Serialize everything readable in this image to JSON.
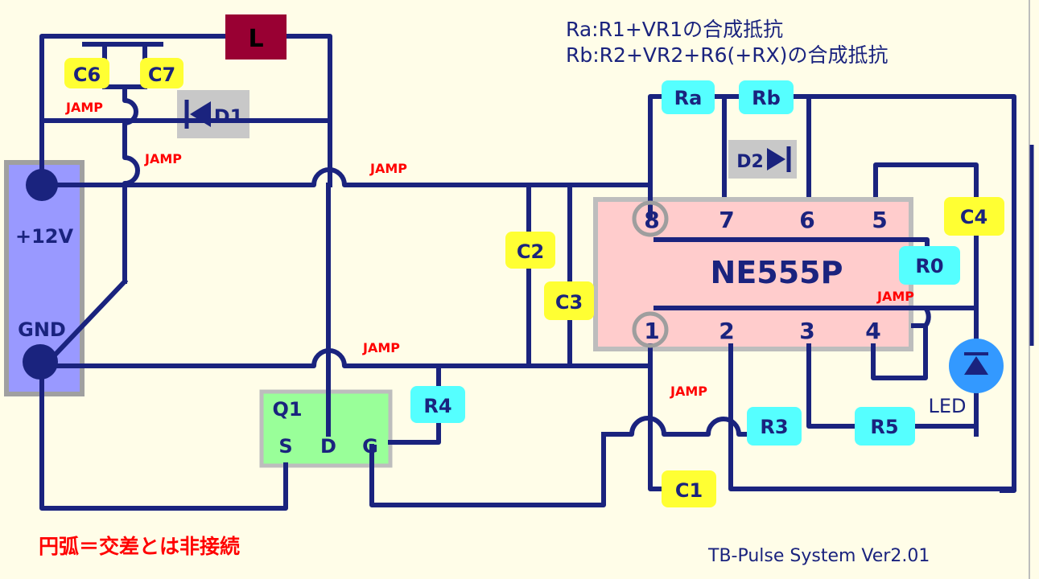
{
  "header": {
    "ra_note": "Ra:R1+VR1の合成抵抗",
    "rb_note": "Rb:R2+VR2+R6(+RX)の合成抵抗"
  },
  "power": {
    "plus_label": "+12V",
    "gnd_label": "GND"
  },
  "components": {
    "L": "L",
    "C6": "C6",
    "C7": "C7",
    "D1": "D1",
    "Ra": "Ra",
    "Rb": "Rb",
    "D2": "D2",
    "C4": "C4",
    "C2": "C2",
    "C3": "C3",
    "R0": "R0",
    "R4": "R4",
    "R3": "R3",
    "R5": "R5",
    "C1": "C1",
    "LED": "LED"
  },
  "ic": {
    "name": "NE555P",
    "pins": [
      "8",
      "7",
      "6",
      "5",
      "1",
      "2",
      "3",
      "4"
    ]
  },
  "mosfet": {
    "name": "Q1",
    "pins": [
      "S",
      "D",
      "G"
    ]
  },
  "jamp": {
    "label": "JAMP"
  },
  "footer": {
    "legend": "円弧＝交差とは非接続",
    "version": "TB-Pulse System Ver2.01"
  },
  "colors": {
    "background": "#fffde8",
    "wire": "#1a237e",
    "label_yellow": "#ffff33",
    "label_cyan": "#55ffff",
    "ic_body": "#ffcccc",
    "mosfet_body": "#99ff99",
    "power_bar": "#9999ff",
    "inductor": "#990033",
    "jamp_text": "#ff0000"
  }
}
